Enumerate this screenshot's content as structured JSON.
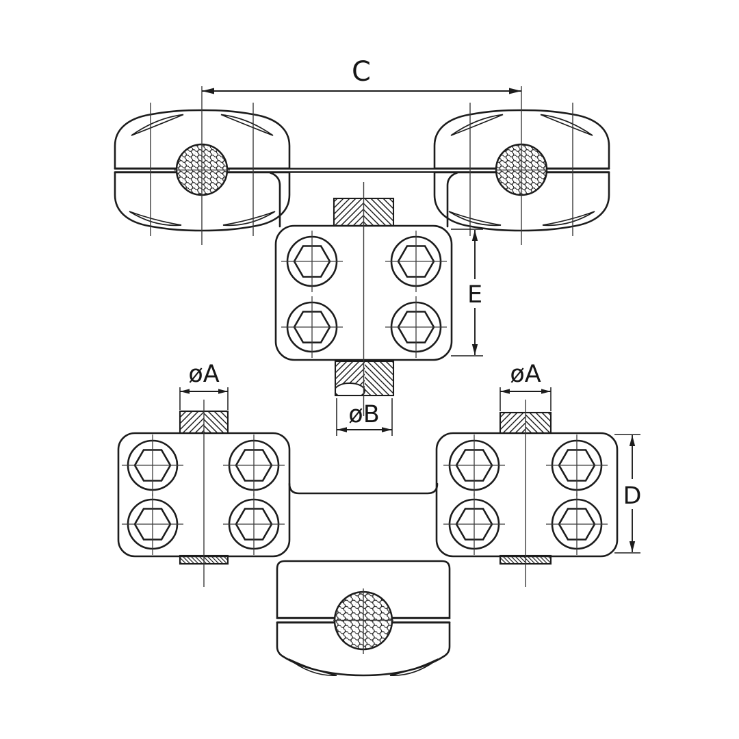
{
  "drawing": {
    "type": "engineering-drawing",
    "colors": {
      "background": "#ffffff",
      "line": "#1c1c1c",
      "centerline": "#3a3a3a"
    },
    "labels": {
      "c": "C",
      "e": "E",
      "d": "D",
      "a_left": "øA",
      "a_right": "øA",
      "b": "øB"
    }
  }
}
